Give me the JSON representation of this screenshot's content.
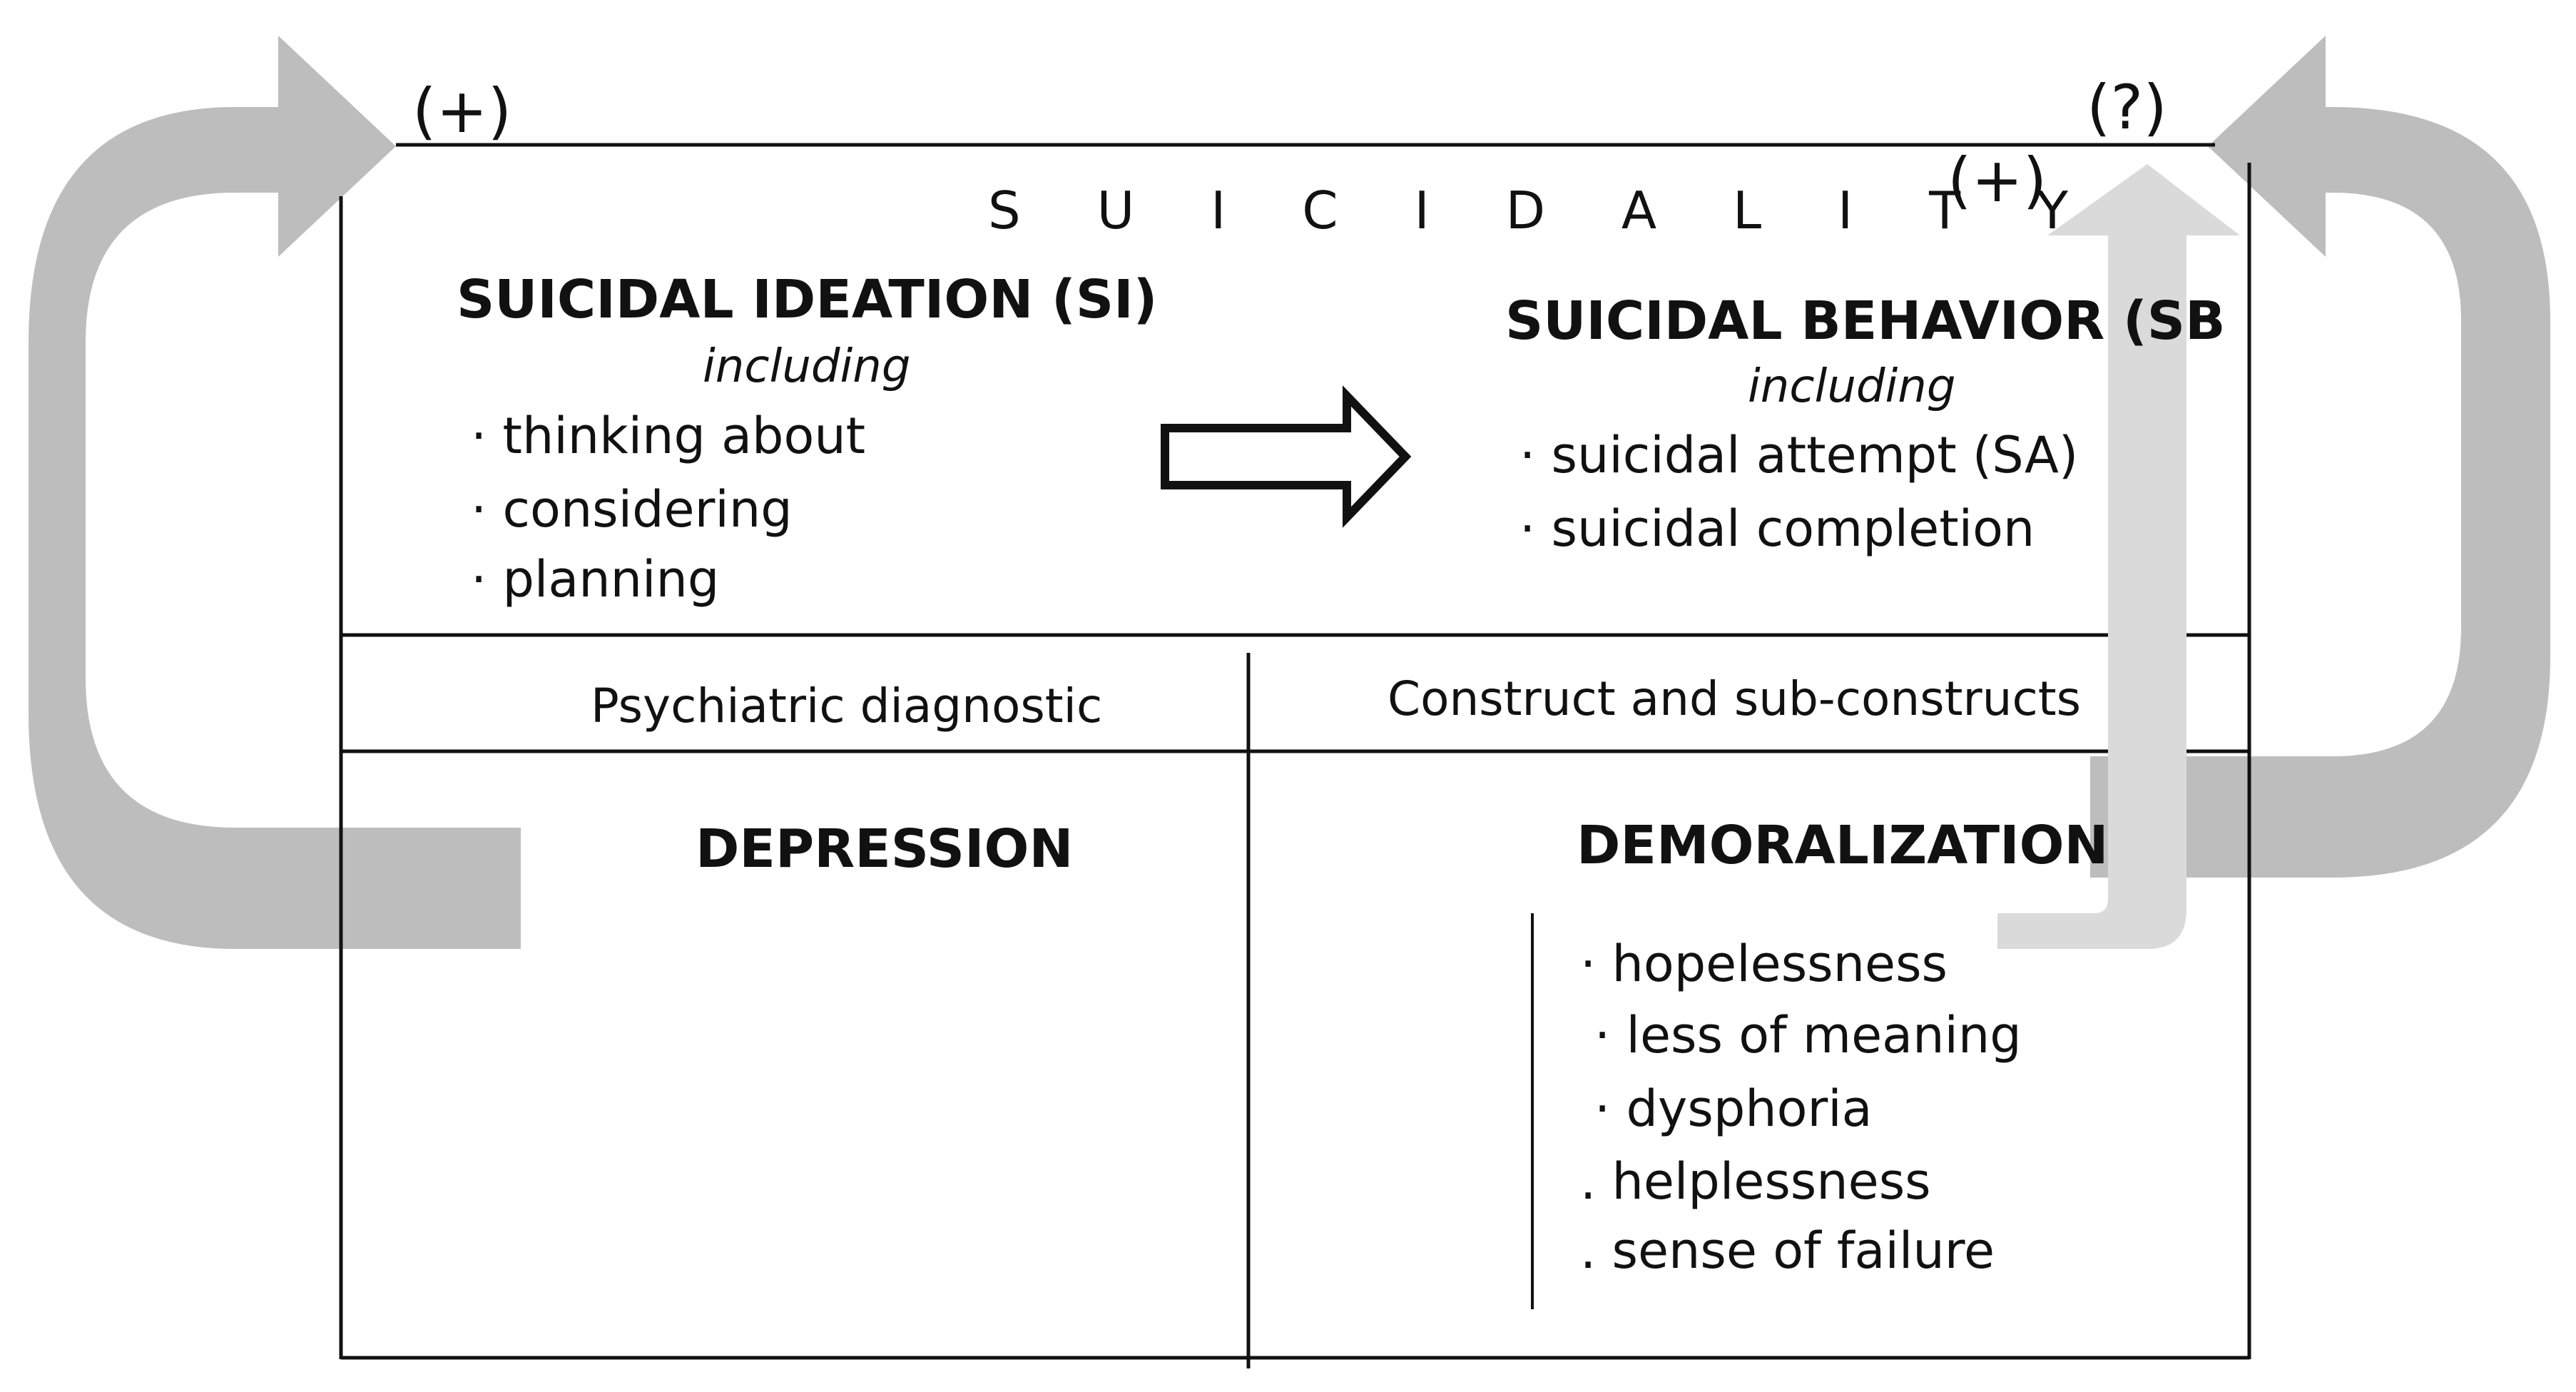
{
  "diagram": {
    "title": "S U I C I D A L I T Y",
    "ideation": {
      "heading": "SUICIDAL IDEATION (SI)",
      "subheading": "including",
      "items": [
        "· thinking about",
        "· considering",
        "· planning"
      ]
    },
    "behavior": {
      "heading": "SUICIDAL BEHAVIOR (SB",
      "subheading": "including",
      "items": [
        "· suicidal attempt (SA)",
        "· suicidal completion"
      ]
    },
    "columns": {
      "left_header": "Psychiatric diagnostic",
      "right_header": "Construct and sub-constructs"
    },
    "depression": {
      "label": "DEPRESSION"
    },
    "demoralization": {
      "label": "DEMORALIZATION",
      "items": [
        "· hopelessness",
        "· less of meaning",
        "· dysphoria",
        ". helplessness",
        ". sense of failure"
      ]
    },
    "signs": {
      "left_loop": "(+)",
      "right_loop": "(?)",
      "inner_loop": "(+)"
    },
    "colors": {
      "loop_arrow": "#bdbdbd",
      "inner_arrow": "#dadada",
      "lines": "#111111"
    }
  }
}
